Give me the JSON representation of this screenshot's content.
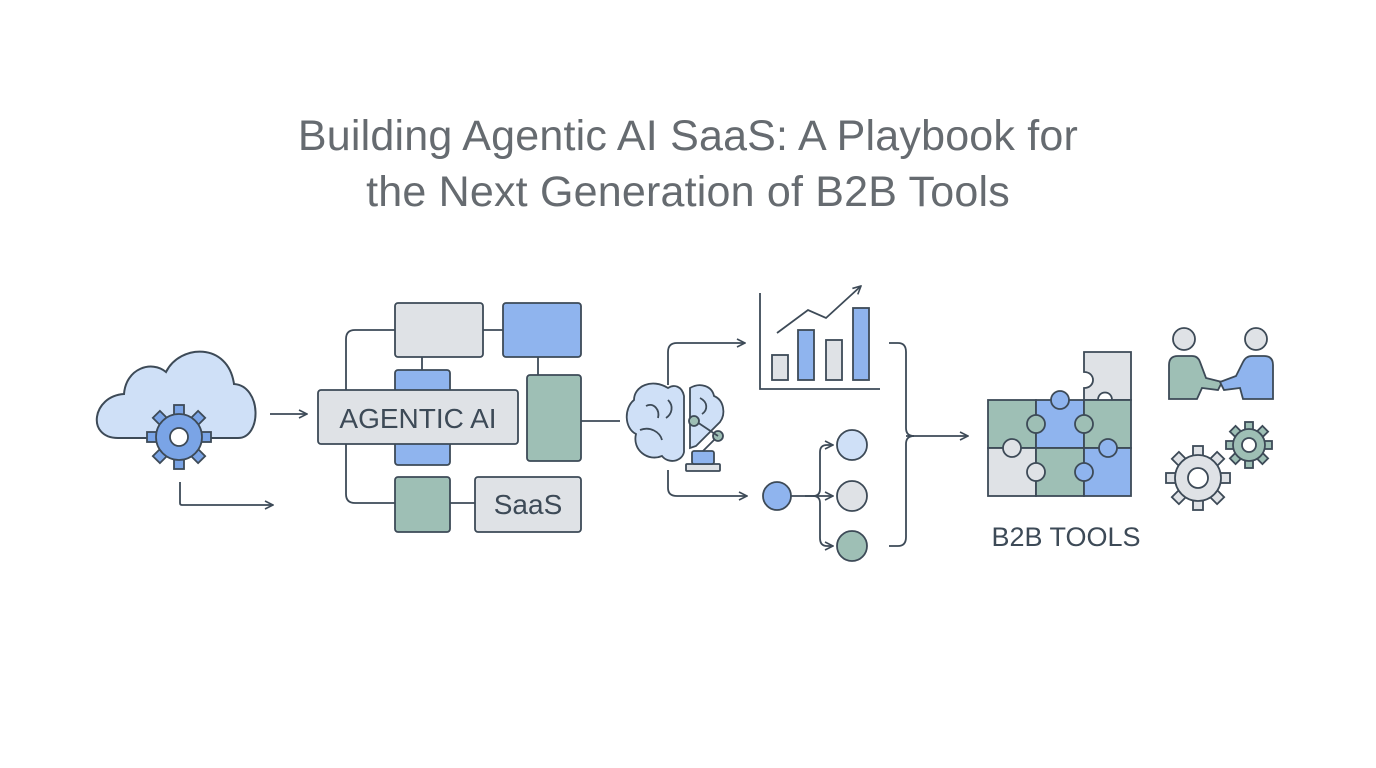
{
  "title": {
    "line1": "Building Agentic AI SaaS: A Playbook for",
    "line2": "the Next Generation of B2B Tools"
  },
  "labels": {
    "agentic_ai": "AGENTIC AI",
    "saas": "SaaS",
    "b2b_tools": "B2B TOOLS"
  },
  "colors": {
    "stroke": "#3d4a57",
    "blue": "#8fb4ee",
    "light_blue": "#cfe0f7",
    "gray": "#dfe2e6",
    "teal": "#9ebfb5",
    "title": "#666b70"
  }
}
